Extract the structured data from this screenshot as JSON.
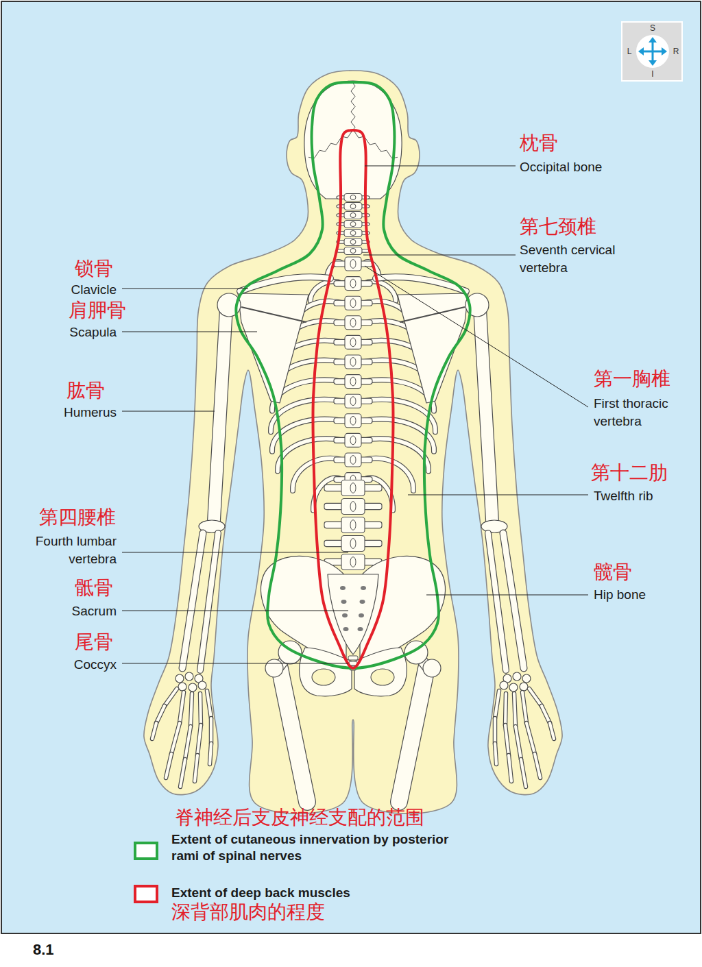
{
  "diagram": {
    "labels": [
      "枕骨",
      "Occipital bone",
      "第七颈椎",
      "Seventh cervical vertebra",
      "锁骨",
      "Clavicle",
      "肩胛骨",
      "Scapula",
      "第一胸椎",
      "First thoracic vertebra",
      "肱骨",
      "Humerus",
      "第十二肋",
      "Twelfth rib",
      "第四腰椎",
      "Fourth lumbar vertebra",
      "髋骨",
      "Hip bone",
      "骶骨",
      "Sacrum",
      "尾骨",
      "Coccyx",
      "S",
      "L",
      "R",
      "I",
      "脊神经后支皮神经支配的范围",
      "深背部肌肉的程度",
      "8.1"
    ],
    "legend": [
      {
        "text": "Extent of cutaneous innervation by posterior rami of spinal nerves"
      },
      {
        "text": "Extent of deep back muscles"
      }
    ]
  }
}
